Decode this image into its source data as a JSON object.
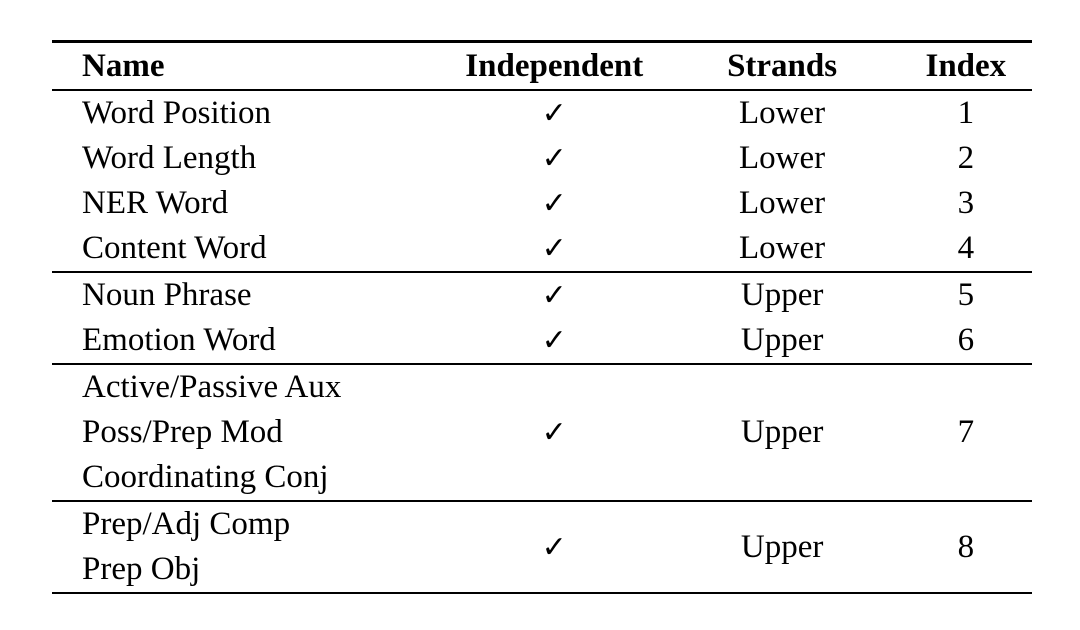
{
  "page": {
    "background_color": "#ffffff",
    "text_color": "#000000",
    "rule_color": "#000000"
  },
  "table": {
    "columns": [
      {
        "key": "name",
        "label": "Name"
      },
      {
        "key": "independent",
        "label": "Independent"
      },
      {
        "key": "strands",
        "label": "Strands"
      },
      {
        "key": "index",
        "label": "Index"
      }
    ],
    "check_symbol": "✓",
    "groups": [
      {
        "rows": [
          {
            "name": [
              "Word Position"
            ],
            "independent": true,
            "strands": "Lower",
            "index": "1"
          },
          {
            "name": [
              "Word Length"
            ],
            "independent": true,
            "strands": "Lower",
            "index": "2"
          },
          {
            "name": [
              "NER Word"
            ],
            "independent": true,
            "strands": "Lower",
            "index": "3"
          },
          {
            "name": [
              "Content Word"
            ],
            "independent": true,
            "strands": "Lower",
            "index": "4"
          }
        ]
      },
      {
        "rows": [
          {
            "name": [
              "Noun Phrase"
            ],
            "independent": true,
            "strands": "Upper",
            "index": "5"
          },
          {
            "name": [
              "Emotion Word"
            ],
            "independent": true,
            "strands": "Upper",
            "index": "6"
          }
        ]
      },
      {
        "rows": [
          {
            "name": [
              "Active/Passive Aux",
              "Poss/Prep Mod",
              "Coordinating Conj"
            ],
            "independent": true,
            "strands": "Upper",
            "index": "7"
          }
        ]
      },
      {
        "rows": [
          {
            "name": [
              "Prep/Adj Comp",
              "Prep Obj"
            ],
            "independent": true,
            "strands": "Upper",
            "index": "8"
          }
        ]
      }
    ]
  }
}
